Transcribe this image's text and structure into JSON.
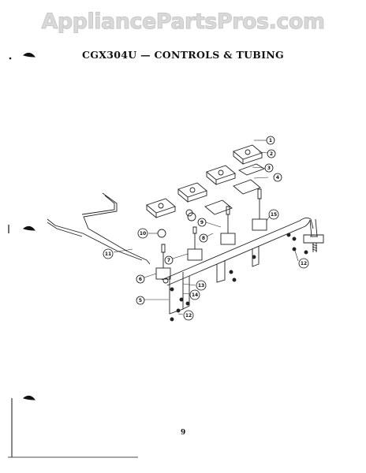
{
  "watermark": "AppliancePartsPros.com",
  "title": "CGX304U — CONTROLS & TUBING",
  "page_number": "9",
  "callouts": [
    "1",
    "2",
    "3",
    "4",
    "15",
    "10",
    "11",
    "12",
    "9",
    "8",
    "7",
    "6",
    "5",
    "13",
    "14",
    "12"
  ]
}
